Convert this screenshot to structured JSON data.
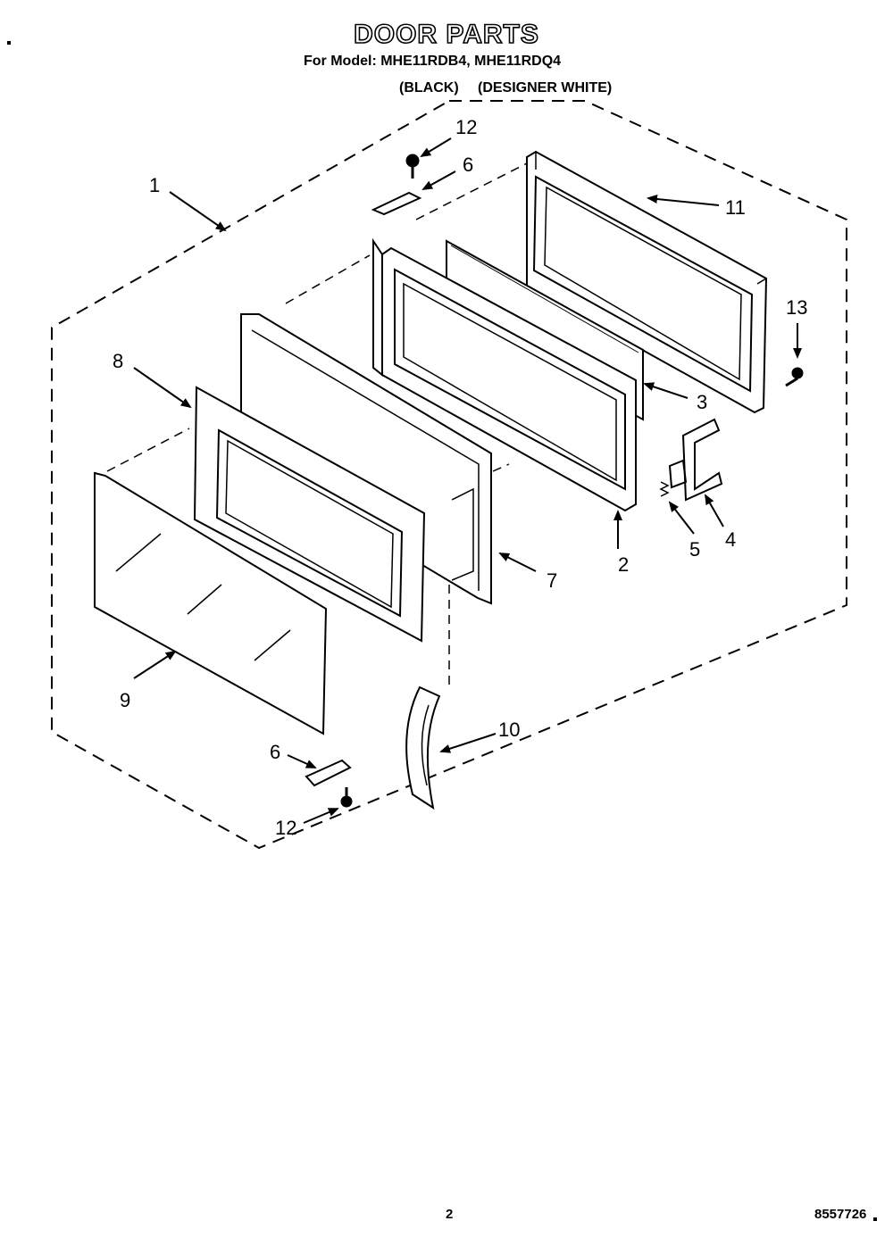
{
  "header": {
    "title": "DOOR PARTS",
    "model_line": "For Model: MHE11RDB4, MHE11RDQ4",
    "variant_black": "(BLACK)",
    "variant_white": "(DESIGNER WHITE)"
  },
  "callouts": {
    "c1": "1",
    "c2": "2",
    "c3": "3",
    "c4": "4",
    "c5": "5",
    "c6_top": "6",
    "c6_bottom": "6",
    "c7": "7",
    "c8": "8",
    "c9": "9",
    "c10": "10",
    "c11": "11",
    "c12_top": "12",
    "c12_bottom": "12",
    "c13": "13"
  },
  "footer": {
    "page_number": "2",
    "document_number": "8557726"
  }
}
